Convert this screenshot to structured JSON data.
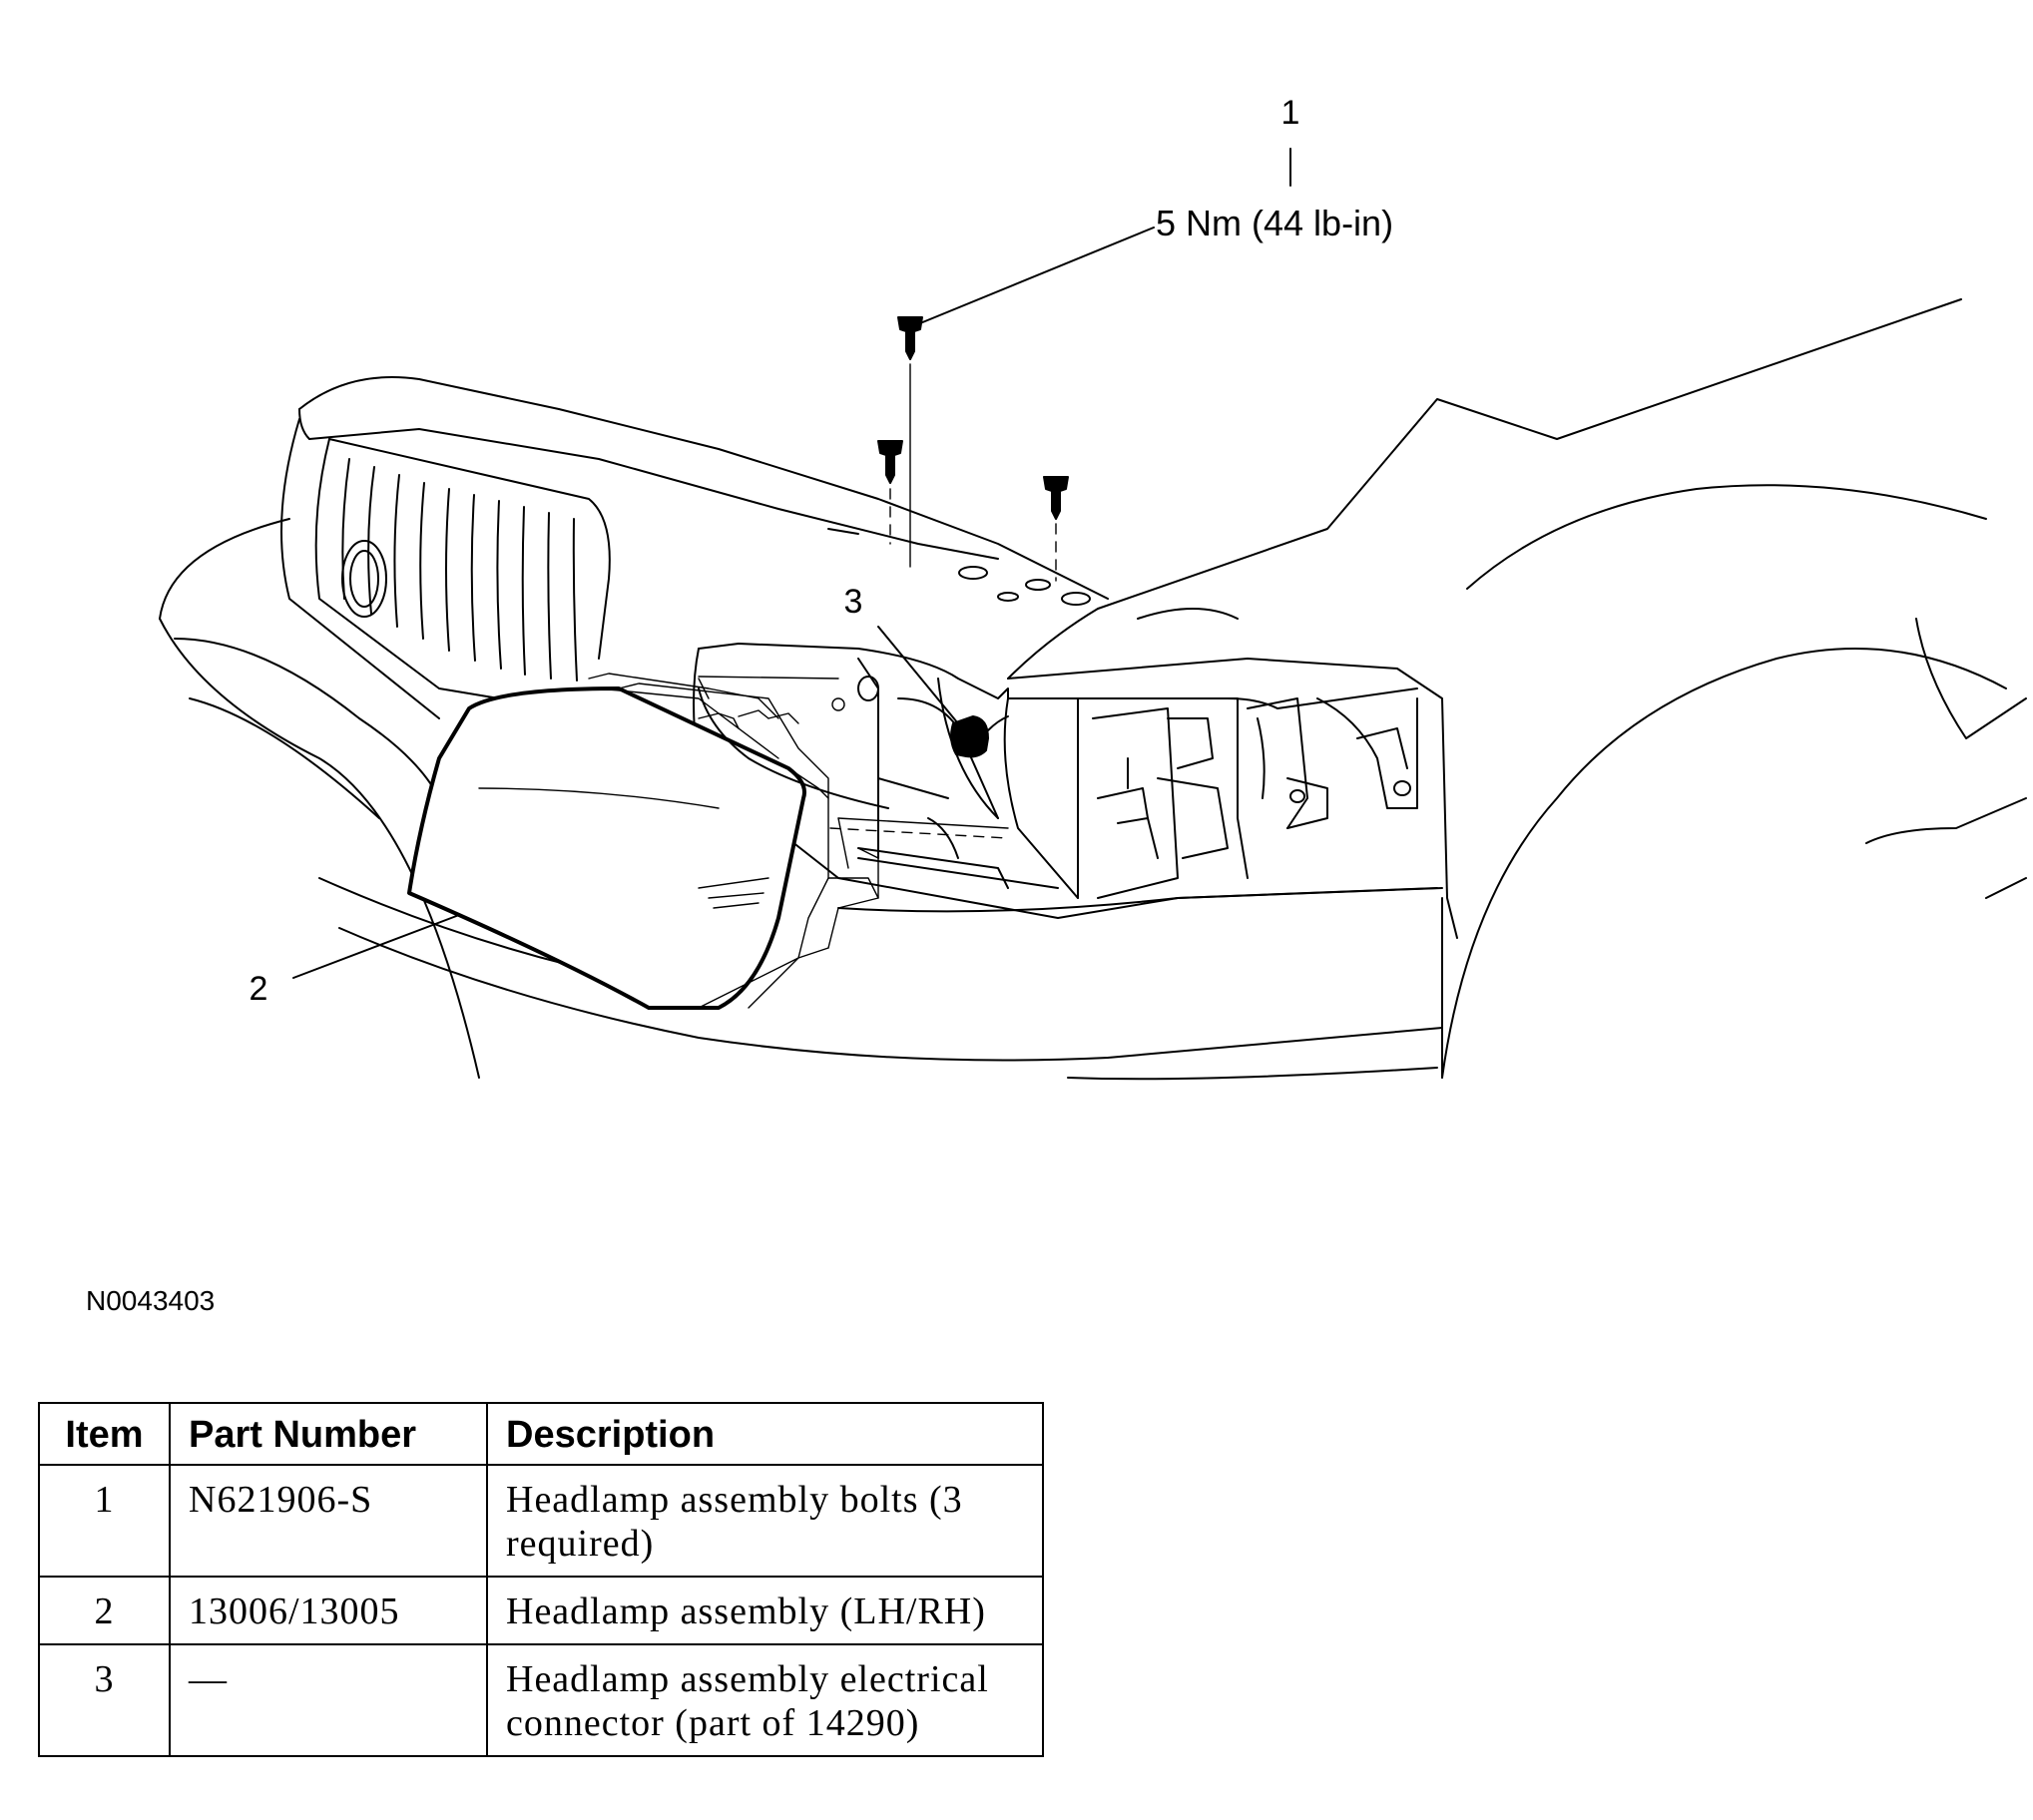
{
  "diagram": {
    "torque_spec": "5 Nm (44 lb-in)",
    "callouts": [
      "1",
      "2",
      "3"
    ],
    "figure_code": "N0043403"
  },
  "parts_table": {
    "headers": {
      "item": "Item",
      "part_number": "Part Number",
      "description": "Description"
    },
    "rows": [
      {
        "item": "1",
        "part_number": "N621906-S",
        "description": "Headlamp assembly bolts (3 required)"
      },
      {
        "item": "2",
        "part_number": "13006/13005",
        "description": "Headlamp assembly (LH/RH)"
      },
      {
        "item": "3",
        "part_number": "—",
        "description": "Headlamp assembly electrical connector (part of 14290)"
      }
    ]
  }
}
